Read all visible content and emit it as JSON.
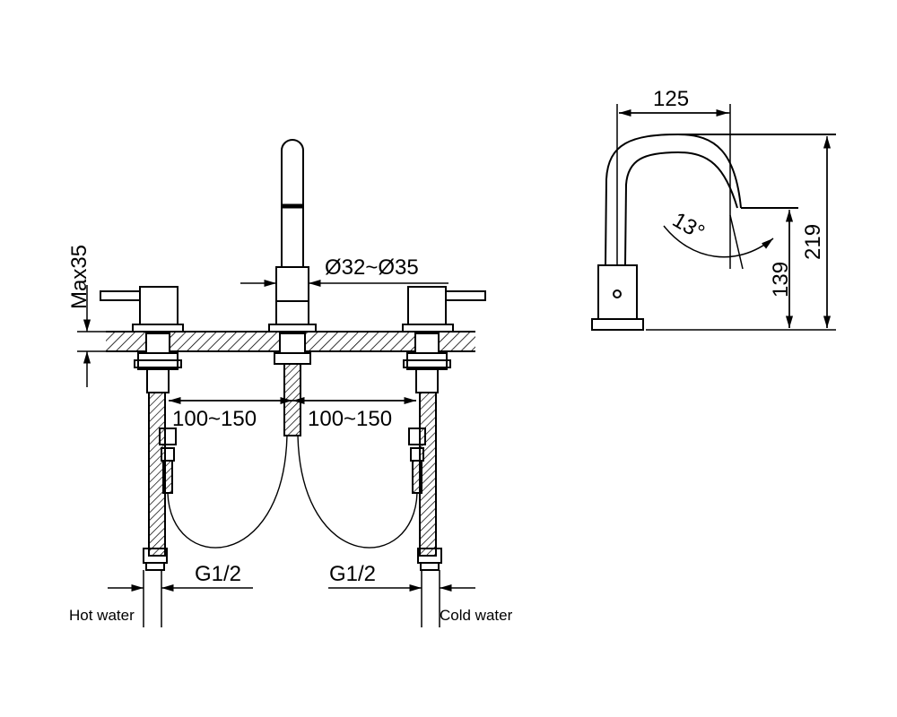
{
  "front_view": {
    "max_height": "Max35",
    "pipe_diameter": "Ø32~Ø35",
    "spacing_left": "100~150",
    "spacing_right": "100~150",
    "thread_left": "G1/2",
    "thread_right": "G1/2",
    "hot_label": "Hot water",
    "cold_label": "Cold water"
  },
  "side_view": {
    "reach": "125",
    "total_height": "219",
    "outlet_height": "139",
    "angle": "13°"
  },
  "colors": {
    "line": "#000000",
    "background": "#ffffff"
  }
}
